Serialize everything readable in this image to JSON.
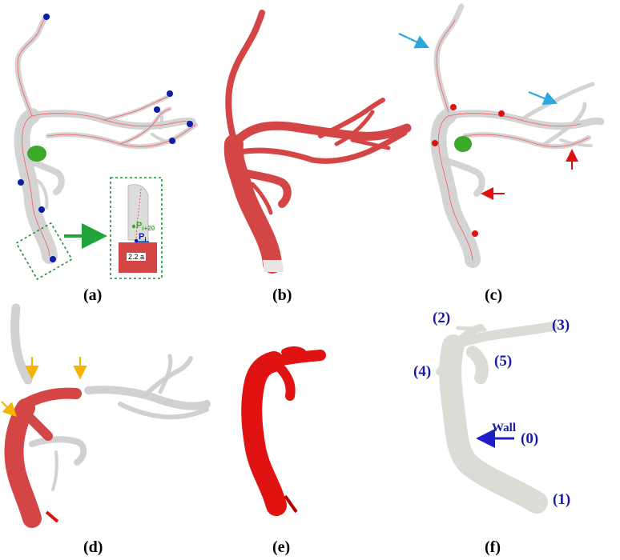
{
  "panels": {
    "a": "(a)",
    "b": "(b)",
    "c": "(c)",
    "d": "(d)",
    "e": "(e)",
    "f": "(f)"
  },
  "inset": {
    "point_top": "P",
    "point_top_sub": "i+20",
    "point_bottom": "P",
    "point_bottom_sub": "i",
    "width_label": "2.2 a"
  },
  "regions": {
    "r0": "(0)",
    "r1": "(1)",
    "r2": "(2)",
    "r3": "(3)",
    "r4": "(4)",
    "r5": "(5)",
    "wall": "Wall"
  },
  "colors": {
    "vessel_red": "#d44545",
    "deep_red": "#e01212",
    "vessel_gray": "#d7d7d7",
    "centerline": "#ff5a5a",
    "marker_blue": "#0a1ea8",
    "marker_red": "#e01010",
    "aneurysm_green": "#3ba82a",
    "arrow_cyan": "#2aa8e0",
    "arrow_yellow": "#f5b400",
    "arrow_blue": "#1f1fc8",
    "dotted_green": "#1f8f3a"
  }
}
